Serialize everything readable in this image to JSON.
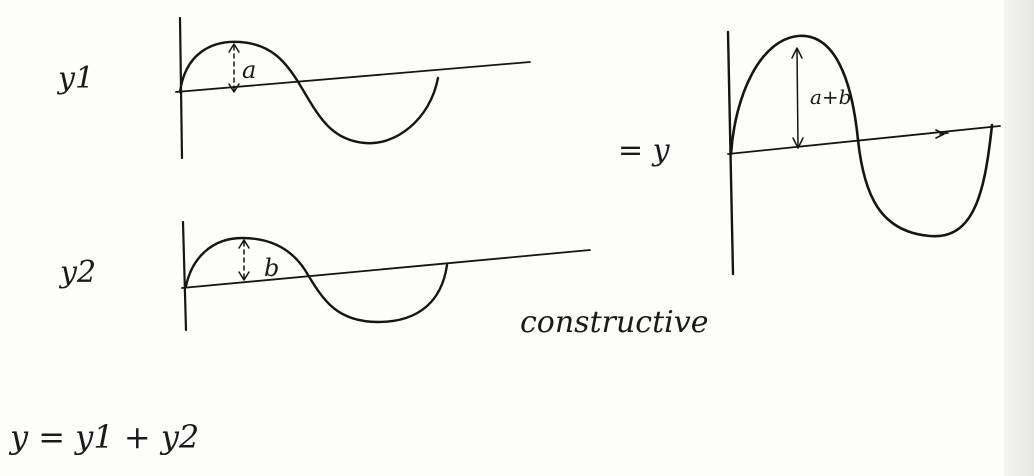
{
  "labels": {
    "wave1": "y1",
    "wave2": "y2",
    "resultant": "= y",
    "amp1": "a",
    "amp2": "b",
    "amp_sum": "a+b",
    "caption": "constructive",
    "equation": "y = y1 + y2"
  },
  "colors": {
    "ink": "#151515",
    "paper": "#fdfdfc"
  }
}
